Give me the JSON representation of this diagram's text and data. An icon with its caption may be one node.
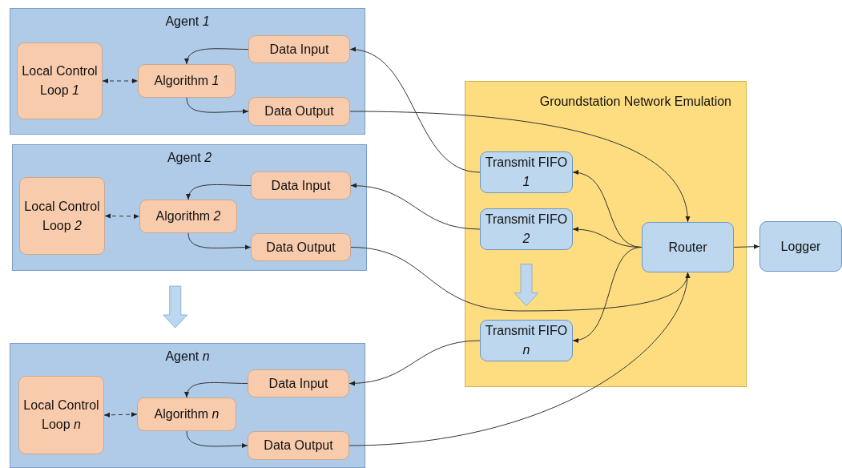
{
  "diagram": {
    "nodes": [
      {
        "text": [
          "Agent *1*"
        ]
      },
      {
        "text": [
          "Local Control Loop *1*"
        ],
        "in": 0
      },
      {
        "text": [
          "Algorithm *1*"
        ],
        "in": 0
      },
      {
        "text": [
          "Data Input"
        ],
        "in": 0
      },
      {
        "text": [
          "Data Output"
        ],
        "in": 0
      },
      {
        "text": [
          "Agent *2*"
        ]
      },
      {
        "text": [
          "Local Control Loop *2*"
        ],
        "in": 5
      },
      {
        "text": [
          "Algorithm *2*"
        ],
        "in": 5
      },
      {
        "text": [
          "Data Input"
        ],
        "in": 5
      },
      {
        "text": [
          "Data Output"
        ],
        "in": 5
      },
      {
        "text": [
          "Agent *n*"
        ]
      },
      {
        "text": [
          "Local Control Loop *n*"
        ],
        "in": 10
      },
      {
        "text": [
          "Algorithm *n*"
        ],
        "in": 10
      },
      {
        "text": [
          "Data Input"
        ],
        "in": 10
      },
      {
        "text": [
          "Data Output"
        ],
        "in": 10
      },
      {
        "text": [
          "Groundstation Network Emulation"
        ]
      },
      {
        "text": [
          "Transmit FIFO *1*"
        ],
        "in": 15
      },
      {
        "text": [
          "Transmit FIFO *2*"
        ],
        "in": 15
      },
      {
        "text": [
          "Transmit FIFO *n*"
        ],
        "in": 15
      },
      {
        "text": [
          "Router"
        ],
        "in": 15
      },
      {
        "text": [
          "Logger"
        ]
      }
    ],
    "edges": [
      {
        "from": 1,
        "to": 2,
        "arrow": "both",
        "style": "dashed"
      },
      {
        "from": 3,
        "to": 2,
        "arrow": "to"
      },
      {
        "from": 2,
        "to": 4,
        "arrow": "to"
      },
      {
        "from": 6,
        "to": 7,
        "arrow": "both",
        "style": "dashed"
      },
      {
        "from": 8,
        "to": 7,
        "arrow": "to"
      },
      {
        "from": 7,
        "to": 9,
        "arrow": "to"
      },
      {
        "from": 11,
        "to": 12,
        "arrow": "both",
        "style": "dashed"
      },
      {
        "from": 13,
        "to": 12,
        "arrow": "to"
      },
      {
        "from": 12,
        "to": 14,
        "arrow": "to"
      },
      {
        "from": 16,
        "to": 3,
        "arrow": "to"
      },
      {
        "from": 17,
        "to": 8,
        "arrow": "to"
      },
      {
        "from": 18,
        "to": 13,
        "arrow": "to"
      },
      {
        "from": 4,
        "to": 19,
        "arrow": "to"
      },
      {
        "from": 9,
        "to": 19,
        "arrow": "to"
      },
      {
        "from": 14,
        "to": 19,
        "arrow": "to"
      },
      {
        "from": 19,
        "to": 16,
        "arrow": "to"
      },
      {
        "from": 19,
        "to": 17,
        "arrow": "to"
      },
      {
        "from": 19,
        "to": 18,
        "arrow": "to"
      },
      {
        "from": 19,
        "to": 20,
        "arrow": "to"
      },
      {
        "from": 5,
        "to": 10,
        "arrow": "to",
        "style": "thick"
      },
      {
        "from": 17,
        "to": 18,
        "arrow": "to",
        "style": "thick"
      }
    ]
  }
}
